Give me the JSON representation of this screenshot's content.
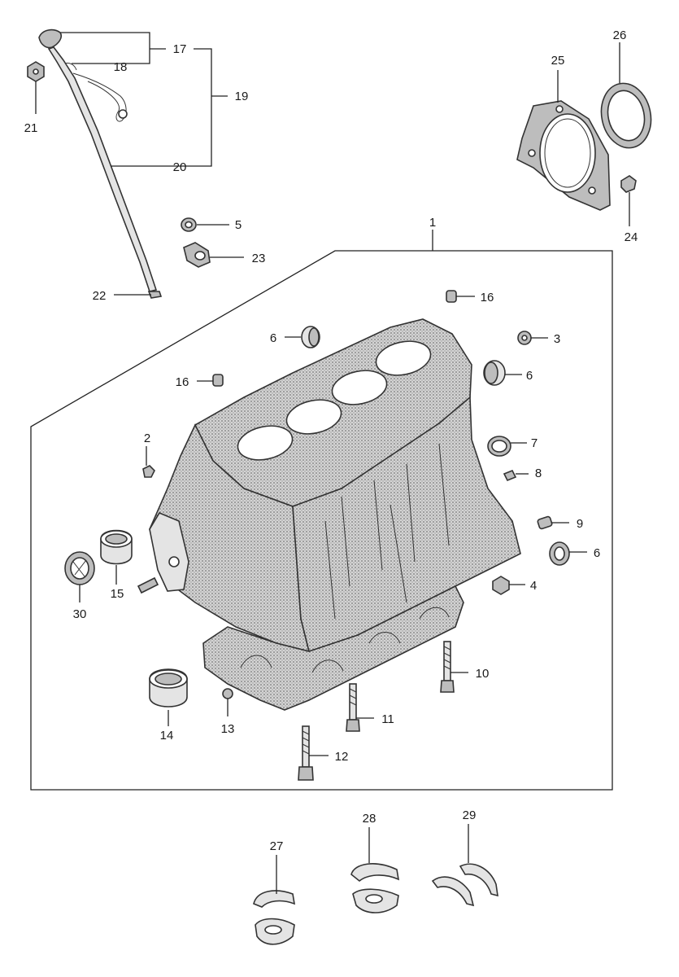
{
  "labels": {
    "l1": "1",
    "l2": "2",
    "l3": "3",
    "l4": "4",
    "l5": "5",
    "l6a": "6",
    "l6b": "6",
    "l6c": "6",
    "l7": "7",
    "l8": "8",
    "l9": "9",
    "l10": "10",
    "l11": "11",
    "l12": "12",
    "l13": "13",
    "l14": "14",
    "l15": "15",
    "l16a": "16",
    "l16b": "16",
    "l17": "17",
    "l18": "18",
    "l19": "19",
    "l20": "20",
    "l21": "21",
    "l22": "22",
    "l23": "23",
    "l24": "24",
    "l25": "25",
    "l26": "26",
    "l27": "27",
    "l28": "28",
    "l29": "29",
    "l30": "30"
  }
}
